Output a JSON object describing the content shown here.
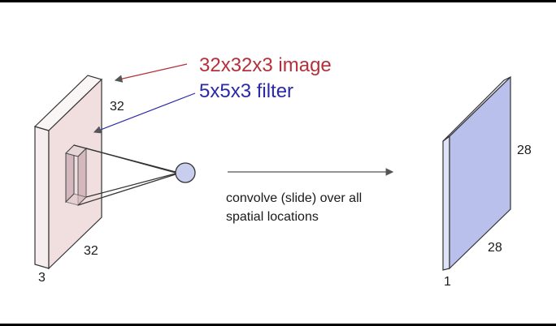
{
  "labels": {
    "image_desc": "32x32x3 image",
    "filter_desc": "5x5x3 filter",
    "input_height": "32",
    "input_width": "32",
    "input_depth": "3",
    "output_height": "28",
    "output_width": "28",
    "output_depth": "1",
    "convolve_line1": "convolve (slide) over all",
    "convolve_line2": "spatial locations"
  },
  "colors": {
    "input_front": "#f1dfe0",
    "input_side": "#f6eeee",
    "input_top": "#fbf6f6",
    "output_front": "#b9c0ec",
    "output_side": "#dfe3f8",
    "image_annotation": "#b5303a",
    "filter_annotation": "#2a2aa8",
    "neuron": "#c9ceee"
  }
}
